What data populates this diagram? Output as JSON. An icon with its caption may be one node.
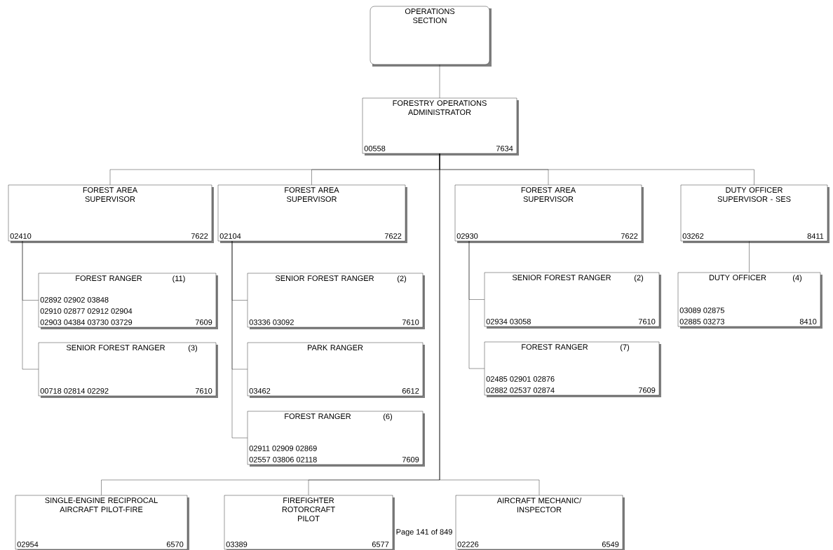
{
  "diagram": {
    "nodes": [
      {
        "text": [
          "OPERATIONS SECTION"
        ]
      },
      {
        "text": [
          "FORESTRY OPERATIONS ADMINISTRATOR",
          "00558",
          "7634"
        ]
      },
      {
        "text": [
          "FOREST AREA SUPERVISOR",
          "02410",
          "7622"
        ]
      },
      {
        "text": [
          "FOREST AREA SUPERVISOR",
          "02104",
          "7622"
        ]
      },
      {
        "text": [
          "FOREST AREA SUPERVISOR",
          "02930",
          "7622"
        ]
      },
      {
        "text": [
          "DUTY OFFICER SUPERVISOR - SES",
          "03262",
          "8411"
        ]
      },
      {
        "text": [
          "FOREST RANGER",
          "(11)",
          "02892 02902 03848",
          "02910 02877 02912 02904",
          "02903 04384 03730 03729",
          "7609"
        ]
      },
      {
        "text": [
          "SENIOR FOREST RANGER",
          "(3)",
          "00718 02814 02292",
          "7610"
        ]
      },
      {
        "text": [
          "SENIOR FOREST RANGER",
          "(2)",
          "03336 03092",
          "7610"
        ]
      },
      {
        "text": [
          "PARK RANGER",
          "03462",
          "6612"
        ]
      },
      {
        "text": [
          "FOREST RANGER",
          "(6)",
          "02911 02909 02869",
          "02557 03806 02118",
          "7609"
        ]
      },
      {
        "text": [
          "SENIOR FOREST RANGER",
          "(2)",
          "02934 03058",
          "7610"
        ]
      },
      {
        "text": [
          "FOREST RANGER",
          "(7)",
          "02485 02901 02876",
          "02882 02537 02874",
          "7609"
        ]
      },
      {
        "text": [
          "DUTY OFFICER",
          "(4)",
          "03089 02875",
          "02885 03273",
          "8410"
        ]
      },
      {
        "text": [
          "SINGLE-ENGINE RECIPROCAL AIRCRAFT PILOT-FIRE",
          "02954",
          "6570"
        ]
      },
      {
        "text": [
          "FIREFIGHTER ROTORCRAFT PILOT",
          "03389",
          "6577"
        ]
      },
      {
        "text": [
          "AIRCRAFT MECHANIC/ INSPECTOR",
          "02226",
          "6549"
        ]
      }
    ],
    "edges": [
      {
        "from": 0,
        "to": 1,
        "arrow": "none"
      },
      {
        "from": 1,
        "to": 2,
        "arrow": "none"
      },
      {
        "from": 1,
        "to": 3,
        "arrow": "none"
      },
      {
        "from": 1,
        "to": 4,
        "arrow": "none"
      },
      {
        "from": 1,
        "to": 5,
        "arrow": "none"
      },
      {
        "from": 2,
        "to": 6,
        "arrow": "none"
      },
      {
        "from": 2,
        "to": 7,
        "arrow": "none"
      },
      {
        "from": 3,
        "to": 8,
        "arrow": "none"
      },
      {
        "from": 3,
        "to": 9,
        "arrow": "none"
      },
      {
        "from": 3,
        "to": 10,
        "arrow": "none"
      },
      {
        "from": 4,
        "to": 11,
        "arrow": "none"
      },
      {
        "from": 4,
        "to": 12,
        "arrow": "none"
      },
      {
        "from": 5,
        "to": 13,
        "arrow": "none"
      },
      {
        "from": 1,
        "to": 14,
        "arrow": "none"
      },
      {
        "from": 1,
        "to": 15,
        "arrow": "none"
      },
      {
        "from": 1,
        "to": 16,
        "arrow": "none"
      }
    ],
    "labels": [
      "Page 141 of 849"
    ]
  }
}
